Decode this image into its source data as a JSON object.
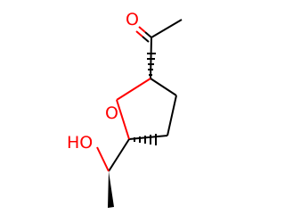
{
  "molecule": {
    "atoms": {
      "carbonyl_oxygen": "O",
      "ring_oxygen": "O",
      "hydroxyl_group": "HO"
    }
  },
  "colors": {
    "bond": "#000000",
    "heteroatom": "#ff0000",
    "background": "#ffffff"
  }
}
